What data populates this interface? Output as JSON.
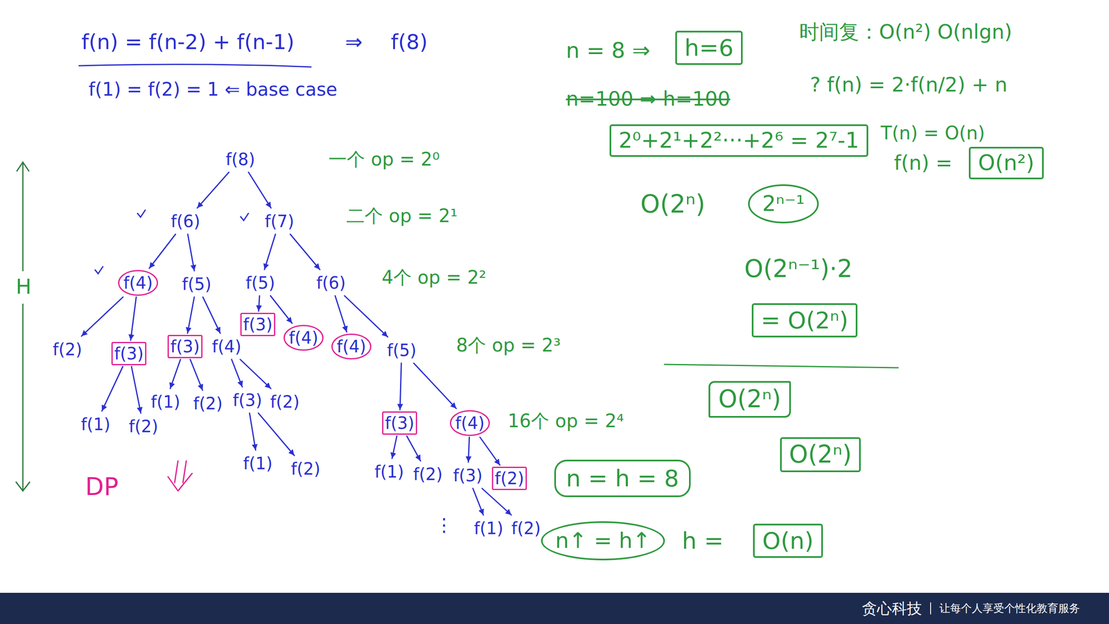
{
  "diagram": {
    "nodes": [
      {
        "text": [
          "f(8)"
        ]
      },
      {
        "text": [
          "f(6)"
        ]
      },
      {
        "text": [
          "f(7)"
        ]
      },
      {
        "text": [
          "f(4)"
        ]
      },
      {
        "text": [
          "f(5)"
        ]
      },
      {
        "text": [
          "f(5)"
        ]
      },
      {
        "text": [
          "f(6)"
        ]
      },
      {
        "text": [
          "f(2)"
        ]
      },
      {
        "text": [
          "f(3)"
        ]
      },
      {
        "text": [
          "f(3)"
        ]
      },
      {
        "text": [
          "f(4)"
        ]
      },
      {
        "text": [
          "f(3)"
        ]
      },
      {
        "text": [
          "f(4)"
        ]
      },
      {
        "text": [
          "f(4)"
        ]
      },
      {
        "text": [
          "f(5)"
        ]
      },
      {
        "text": [
          "f(1)"
        ]
      },
      {
        "text": [
          "f(2)"
        ]
      },
      {
        "text": [
          "f(1)"
        ]
      },
      {
        "text": [
          "f(2)"
        ]
      },
      {
        "text": [
          "f(3)"
        ]
      },
      {
        "text": [
          "f(2)"
        ]
      },
      {
        "text": [
          "f(3)"
        ]
      },
      {
        "text": [
          "f(4)"
        ]
      },
      {
        "text": [
          "f(1)"
        ]
      },
      {
        "text": [
          "f(2)"
        ]
      },
      {
        "text": [
          "f(1)"
        ]
      },
      {
        "text": [
          "f(2)"
        ]
      },
      {
        "text": [
          "f(3)"
        ]
      },
      {
        "text": [
          "f(2)"
        ]
      },
      {
        "text": [
          "f(1)"
        ]
      },
      {
        "text": [
          "f(2)"
        ]
      },
      {
        "text": [
          "h=6"
        ]
      },
      {
        "text": [
          "2⁰+2¹+2²···+2⁶ = 2⁷-1"
        ]
      },
      {
        "text": [
          "2ⁿ⁻¹"
        ]
      },
      {
        "text": [
          "O(n²)"
        ]
      },
      {
        "text": [
          "= O(2ⁿ)"
        ]
      },
      {
        "text": [
          "O(2ⁿ)"
        ]
      },
      {
        "text": [
          "O(2ⁿ)"
        ]
      },
      {
        "text": [
          "n = h = 8"
        ]
      },
      {
        "text": [
          "n↑ = h↑"
        ]
      },
      {
        "text": [
          "O(n)"
        ]
      },
      {
        "text": [
          "贪心科技",
          "让每个人享受个性化教育服务"
        ]
      }
    ],
    "edges": [
      {
        "from": 0,
        "to": 1,
        "arrow": "to"
      },
      {
        "from": 0,
        "to": 2,
        "arrow": "to"
      },
      {
        "from": 1,
        "to": 3,
        "arrow": "to"
      },
      {
        "from": 1,
        "to": 4,
        "arrow": "to"
      },
      {
        "from": 2,
        "to": 5,
        "arrow": "to"
      },
      {
        "from": 2,
        "to": 6,
        "arrow": "to"
      },
      {
        "from": 3,
        "to": 7,
        "arrow": "to"
      },
      {
        "from": 3,
        "to": 8,
        "arrow": "to"
      },
      {
        "from": 4,
        "to": 9,
        "arrow": "to"
      },
      {
        "from": 4,
        "to": 10,
        "arrow": "to"
      },
      {
        "from": 5,
        "to": 11,
        "arrow": "to"
      },
      {
        "from": 5,
        "to": 12,
        "arrow": "to"
      },
      {
        "from": 6,
        "to": 13,
        "arrow": "to"
      },
      {
        "from": 6,
        "to": 14,
        "arrow": "to"
      },
      {
        "from": 8,
        "to": 15,
        "arrow": "to"
      },
      {
        "from": 8,
        "to": 16,
        "arrow": "to"
      },
      {
        "from": 9,
        "to": 17,
        "arrow": "to"
      },
      {
        "from": 9,
        "to": 18,
        "arrow": "to"
      },
      {
        "from": 10,
        "to": 19,
        "arrow": "to"
      },
      {
        "from": 10,
        "to": 20,
        "arrow": "to"
      },
      {
        "from": 14,
        "to": 21,
        "arrow": "to"
      },
      {
        "from": 14,
        "to": 22,
        "arrow": "to"
      },
      {
        "from": 19,
        "to": 23,
        "arrow": "to"
      },
      {
        "from": 19,
        "to": 24,
        "arrow": "to"
      },
      {
        "from": 21,
        "to": 25,
        "arrow": "to"
      },
      {
        "from": 21,
        "to": 26,
        "arrow": "to"
      },
      {
        "from": 22,
        "to": 27,
        "arrow": "to"
      },
      {
        "from": 22,
        "to": 28,
        "arrow": "to"
      },
      {
        "from": 27,
        "to": 29,
        "arrow": "to"
      },
      {
        "from": 27,
        "to": 30,
        "arrow": "to"
      }
    ],
    "labels": [
      "f(n) = f(n-2) + f(n-1)",
      "⇒",
      "f(8)",
      "f(1) = f(2) = 1 ⇐ base case",
      "H",
      "DP",
      "一个 op = 2⁰",
      "二个 op = 2¹",
      "4个 op = 2²",
      "8个 op = 2³",
      "16个 op = 2⁴",
      "⋮",
      "n = 8 ⇒",
      "n=100 ⇒ h=100",
      "时间复：O(n²) O(nlgn)",
      "? f(n) = 2·f(n/2) + n",
      "T(n) = O(n)",
      "f(n) =",
      "O(2ⁿ)",
      "O(2ⁿ⁻¹)·2",
      "h ="
    ]
  }
}
